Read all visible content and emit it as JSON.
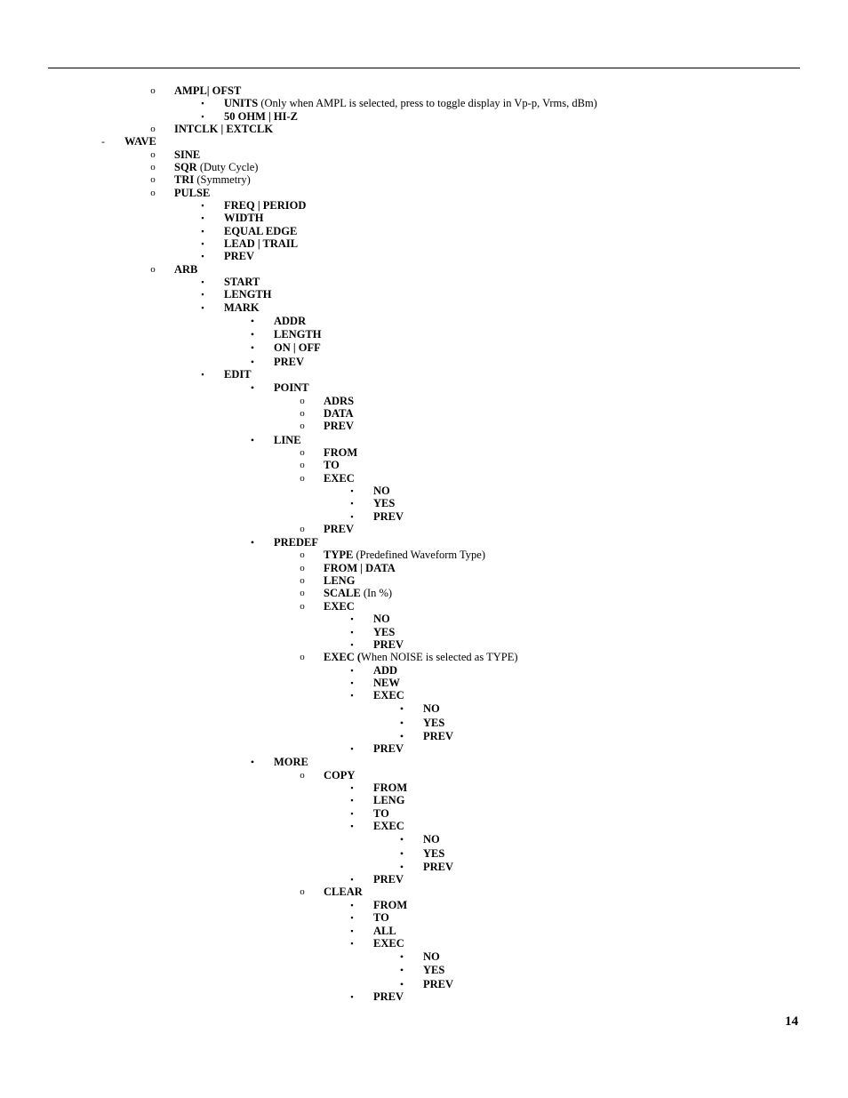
{
  "markers": {
    "dash": "-",
    "circle": "o",
    "square": "▪",
    "disc": "•"
  },
  "items": [
    {
      "level": 1,
      "bold": "AMPL| OFST",
      "rest": ""
    },
    {
      "level": 2,
      "bold": "UNITS",
      "rest": " (Only when AMPL is selected, press to toggle display in Vp-p, Vrms,  dBm)"
    },
    {
      "level": 2,
      "bold": "50 OHM | HI-Z",
      "rest": ""
    },
    {
      "level": 1,
      "bold": "INTCLK | EXTCLK",
      "rest": ""
    },
    {
      "level": 0,
      "bold": "WAVE",
      "rest": ""
    },
    {
      "level": 1,
      "bold": "SINE",
      "rest": ""
    },
    {
      "level": 1,
      "bold": "SQR",
      "rest": " (Duty Cycle)"
    },
    {
      "level": 1,
      "bold": "TRI",
      "rest": " (Symmetry)"
    },
    {
      "level": 1,
      "bold": "PULSE",
      "rest": ""
    },
    {
      "level": 2,
      "bold": "FREQ | PERIOD",
      "rest": ""
    },
    {
      "level": 2,
      "bold": "WIDTH",
      "rest": ""
    },
    {
      "level": 2,
      "bold": "EQUAL EDGE",
      "rest": ""
    },
    {
      "level": 2,
      "bold": "LEAD | TRAIL",
      "rest": ""
    },
    {
      "level": 2,
      "bold": "PREV",
      "rest": ""
    },
    {
      "level": 1,
      "bold": "ARB",
      "rest": ""
    },
    {
      "level": 2,
      "bold": "START",
      "rest": ""
    },
    {
      "level": 2,
      "bold": "LENGTH",
      "rest": ""
    },
    {
      "level": 2,
      "bold": "MARK",
      "rest": ""
    },
    {
      "level": 3,
      "bold": "ADDR",
      "rest": ""
    },
    {
      "level": 3,
      "bold": "LENGTH",
      "rest": ""
    },
    {
      "level": 3,
      "bold": "ON | OFF",
      "rest": ""
    },
    {
      "level": 3,
      "bold": "PREV",
      "rest": ""
    },
    {
      "level": 2,
      "bold": "EDIT",
      "rest": ""
    },
    {
      "level": 3,
      "bold": "POINT",
      "rest": ""
    },
    {
      "level": 4,
      "bold": "ADRS",
      "rest": ""
    },
    {
      "level": 4,
      "bold": "DATA",
      "rest": ""
    },
    {
      "level": 4,
      "bold": "PREV",
      "rest": ""
    },
    {
      "level": 3,
      "bold": "LINE",
      "rest": ""
    },
    {
      "level": 4,
      "bold": "FROM",
      "rest": ""
    },
    {
      "level": 4,
      "bold": "TO",
      "rest": ""
    },
    {
      "level": 4,
      "bold": "EXEC",
      "rest": ""
    },
    {
      "level": 5,
      "bold": "NO",
      "rest": ""
    },
    {
      "level": 5,
      "bold": "YES",
      "rest": ""
    },
    {
      "level": 5,
      "bold": "PREV",
      "rest": ""
    },
    {
      "level": 4,
      "bold": "PREV",
      "rest": ""
    },
    {
      "level": 3,
      "bold": "PREDEF",
      "rest": ""
    },
    {
      "level": 4,
      "bold": "TYPE",
      "rest": " (Predefined Waveform Type)"
    },
    {
      "level": 4,
      "bold": "FROM | DATA",
      "rest": ""
    },
    {
      "level": 4,
      "bold": "LENG",
      "rest": ""
    },
    {
      "level": 4,
      "bold": "SCALE",
      "rest": " (In %)"
    },
    {
      "level": 4,
      "bold": "EXEC",
      "rest": ""
    },
    {
      "level": 5,
      "bold": "NO",
      "rest": ""
    },
    {
      "level": 5,
      "bold": "YES",
      "rest": ""
    },
    {
      "level": 5,
      "bold": "PREV",
      "rest": ""
    },
    {
      "level": 4,
      "bold": "EXEC (",
      "rest": "When NOISE is selected as TYPE)"
    },
    {
      "level": 5,
      "bold": "ADD",
      "rest": ""
    },
    {
      "level": 5,
      "bold": "NEW",
      "rest": ""
    },
    {
      "level": 5,
      "bold": "EXEC",
      "rest": ""
    },
    {
      "level": 6,
      "bold": "NO",
      "rest": ""
    },
    {
      "level": 6,
      "bold": "YES",
      "rest": ""
    },
    {
      "level": 6,
      "bold": "PREV",
      "rest": ""
    },
    {
      "level": 5,
      "bold": "PREV",
      "rest": ""
    },
    {
      "level": 3,
      "bold": "MORE",
      "rest": ""
    },
    {
      "level": 4,
      "bold": "COPY",
      "rest": ""
    },
    {
      "level": 5,
      "bold": "FROM",
      "rest": ""
    },
    {
      "level": 5,
      "bold": "LENG",
      "rest": ""
    },
    {
      "level": 5,
      "bold": "TO",
      "rest": ""
    },
    {
      "level": 5,
      "bold": "EXEC",
      "rest": ""
    },
    {
      "level": 6,
      "bold": "NO",
      "rest": ""
    },
    {
      "level": 6,
      "bold": "YES",
      "rest": ""
    },
    {
      "level": 6,
      "bold": "PREV",
      "rest": ""
    },
    {
      "level": 5,
      "bold": "PREV",
      "rest": ""
    },
    {
      "level": 4,
      "bold": "CLEAR",
      "rest": ""
    },
    {
      "level": 5,
      "bold": "FROM",
      "rest": ""
    },
    {
      "level": 5,
      "bold": "TO",
      "rest": ""
    },
    {
      "level": 5,
      "bold": "ALL",
      "rest": ""
    },
    {
      "level": 5,
      "bold": "EXEC",
      "rest": ""
    },
    {
      "level": 6,
      "bold": "NO",
      "rest": ""
    },
    {
      "level": 6,
      "bold": "YES",
      "rest": ""
    },
    {
      "level": 6,
      "bold": "PREV",
      "rest": ""
    },
    {
      "level": 5,
      "bold": "PREV",
      "rest": ""
    }
  ],
  "page_number": "14"
}
